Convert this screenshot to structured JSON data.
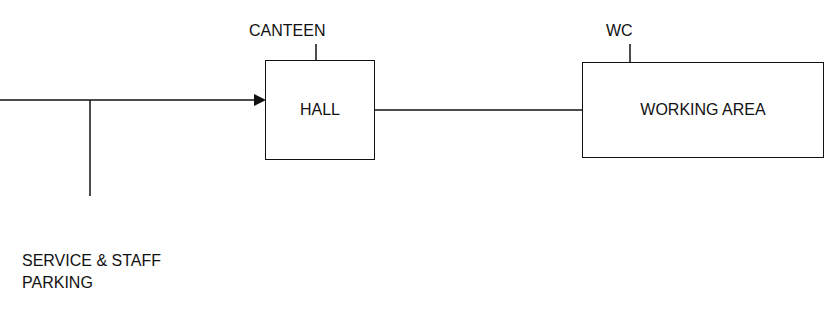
{
  "diagram": {
    "nodes": [
      {
        "text": [
          "HALL"
        ]
      },
      {
        "text": [
          "WORKING AREA"
        ]
      }
    ],
    "edges": [
      {
        "from": 0,
        "to": 1,
        "arrow": "none"
      }
    ],
    "labels": [
      "CANTEEN",
      "WC",
      "SERVICE & STAFF PARKING"
    ]
  }
}
